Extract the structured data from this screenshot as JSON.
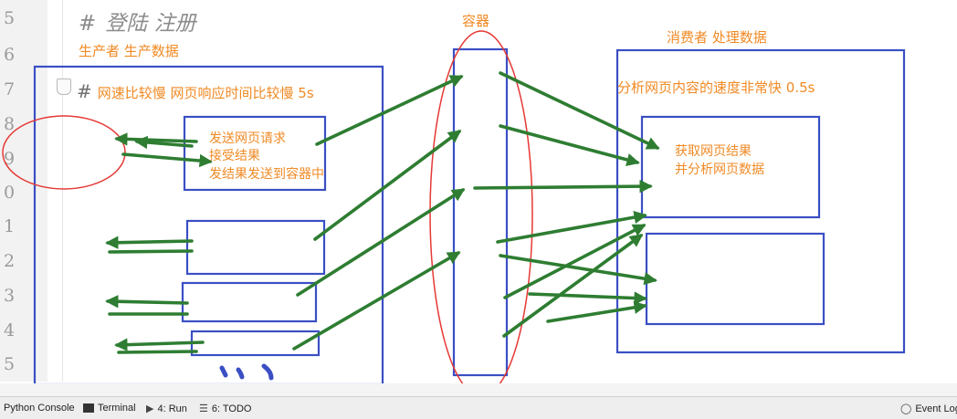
{
  "gutter": {
    "line_numbers": [
      "5",
      "6",
      "7",
      "8",
      "9",
      "0",
      "1",
      "2",
      "3",
      "4",
      "5"
    ]
  },
  "editor": {
    "title_hash": "#",
    "title_text": "登陆 注册",
    "comment_hash": "#",
    "comment_text": "网速比较慢 网页响应时间比较慢 5s"
  },
  "annotations": {
    "producer_label": "生产者 生产数据",
    "container_label": "容器",
    "consumer_label": "消费者 处理数据",
    "consumer_speed": "分析网页内容的速度非常快 0.5s",
    "producer_steps": [
      "发送网页请求",
      "接受结果",
      "发结果发送到容器中"
    ],
    "consumer_steps": [
      "获取网页结果",
      "并分析网页数据"
    ]
  },
  "status_bar": {
    "python_console": "Python Console",
    "terminal": "Terminal",
    "run": "4: Run",
    "todo": "6: TODO",
    "event_log": "Event Log"
  },
  "colors": {
    "pen_blue": "#3a4fc4",
    "pen_green": "#2e7d32",
    "pen_red": "#e53935",
    "text_orange": "#f08a24"
  },
  "icons": [
    "fold-marker-icon",
    "terminal-icon",
    "run-icon",
    "todo-icon",
    "event-log-icon"
  ]
}
